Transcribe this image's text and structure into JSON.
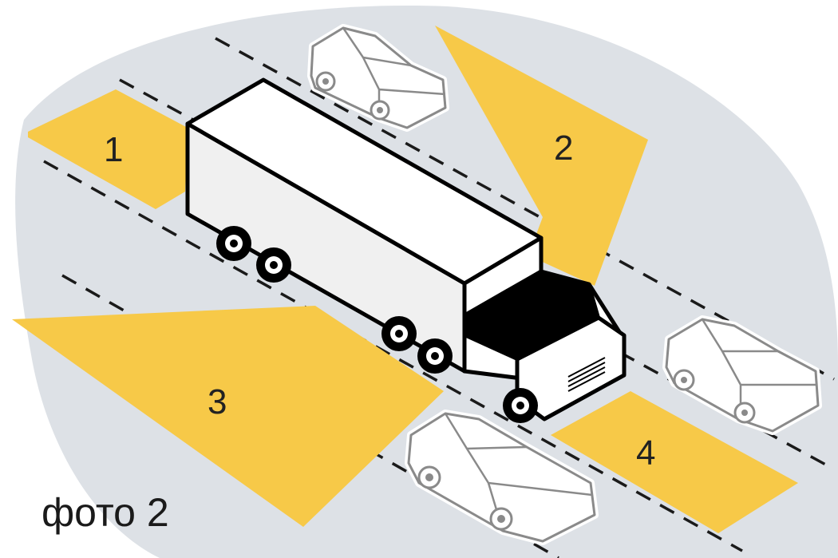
{
  "caption": "фото 2",
  "zones": [
    {
      "id": "1",
      "label": "1"
    },
    {
      "id": "2",
      "label": "2"
    },
    {
      "id": "3",
      "label": "3"
    },
    {
      "id": "4",
      "label": "4"
    }
  ],
  "colors": {
    "blind_zone": "#f7c948",
    "road_background": "#dde1e6",
    "outline": "#000000",
    "car_outline": "#8a8a8a"
  }
}
